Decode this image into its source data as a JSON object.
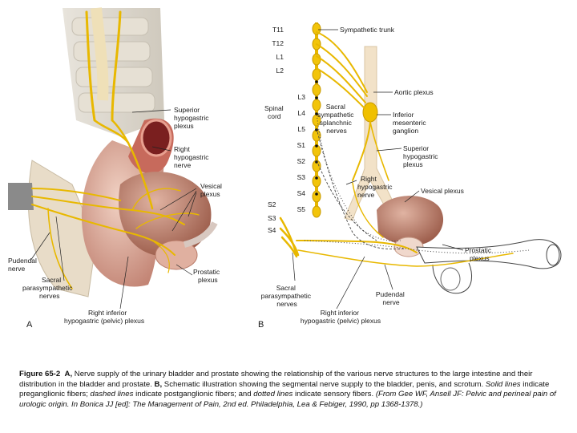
{
  "panelA": {
    "letter": "A",
    "labels": {
      "superior": [
        "Superior",
        "hypogastric",
        "plexus"
      ],
      "right_hyp": [
        "Right",
        "hypogastric",
        "nerve"
      ],
      "vesical": [
        "Vesical",
        "plexus"
      ],
      "pudendal": [
        "Pudendal",
        "nerve"
      ],
      "sacral": [
        "Sacral",
        "parasympathetic",
        "nerves"
      ],
      "prostatic": [
        "Prostatic",
        "plexus"
      ],
      "right_inf": [
        "Right inferior",
        "hypogastric (pelvic) plexus"
      ]
    }
  },
  "panelB": {
    "letter": "B",
    "segments_upper": [
      "T11",
      "T12",
      "L1",
      "L2"
    ],
    "segments_lower": [
      "L3",
      "L4",
      "L5",
      "S1",
      "S2",
      "S3",
      "S4",
      "S5"
    ],
    "segments_side": [
      "S2",
      "S3",
      "S4"
    ],
    "labels": {
      "sympathetic_trunk": "Sympathetic trunk",
      "spinal_cord": [
        "Spinal",
        "cord"
      ],
      "sacral_splanchnic": [
        "Sacral",
        "sympathetic",
        "splanchnic",
        "nerves"
      ],
      "aortic": "Aortic plexus",
      "inf_mesenteric": [
        "Inferior",
        "mesenteric",
        "ganglion"
      ],
      "sup_hyp": [
        "Superior",
        "hypogastric",
        "plexus"
      ],
      "right_hyp": [
        "Right",
        "hypogastric",
        "nerve"
      ],
      "vesical": "Vesical plexus",
      "prostatic": [
        "Prostatic",
        "plexus"
      ],
      "sacral_para": [
        "Sacral",
        "parasympathetic",
        "nerves"
      ],
      "pudendal": [
        "Pudendal",
        "nerve"
      ],
      "right_inf": [
        "Right inferior",
        "hypogastric (pelvic) plexus"
      ]
    }
  },
  "caption": {
    "figure_label": "Figure 65-2",
    "a_label": "A,",
    "a_text": " Nerve supply of the urinary bladder and prostate showing the relationship of the various nerve structures to the large intestine and their distribution in the bladder and prostate. ",
    "b_label": "B,",
    "b_text": " Schematic illustration showing the segmental nerve supply to the bladder, penis, and scrotum. ",
    "solid_lines": "Solid lines",
    "text1": " indicate preganglionic fibers; ",
    "dashed_lines": "dashed lines",
    "text2": " indicate postganglionic fibers; and ",
    "dotted_lines": "dotted lines",
    "text3": " indicate sensory fibers. ",
    "citation": "(From Gee WF, Ansell JF: Pelvic and perineal pain of urologic origin. In Bonica JJ [ed]: The Management of Pain, 2nd ed. Philadelphia, Lea & Febiger, 1990, pp 1368-1378.)"
  },
  "colors": {
    "nerve": "#e8b800",
    "tissue": "#c98f7a",
    "tissue_dark": "#a85f50",
    "bladder": "#9a5a48"
  }
}
